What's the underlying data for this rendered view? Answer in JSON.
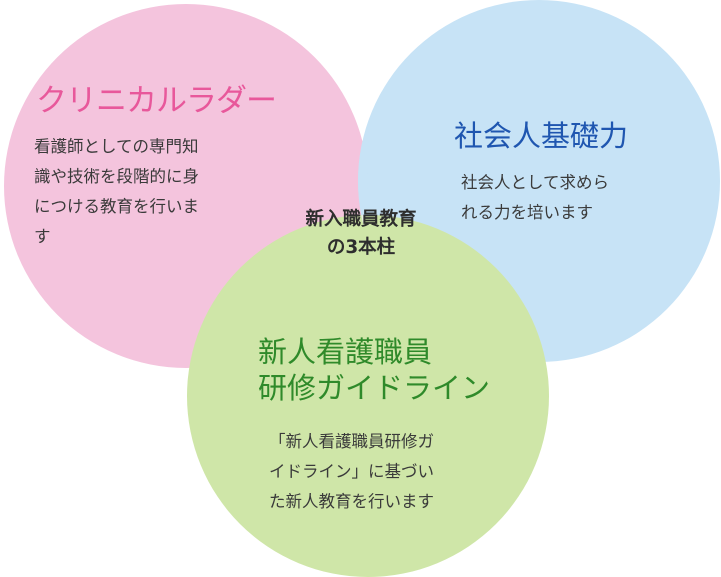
{
  "colors": {
    "pink_circle": "#f4c4dd",
    "blue_circle": "#c7e3f6",
    "green_circle": "#cfe6a8",
    "center_overlap": "#ebefe6",
    "pink_title": "#e8589b",
    "blue_title": "#1f56b0",
    "green_title": "#2f8a2a"
  },
  "center": {
    "label_line1": "新入職員教育",
    "label_line2": "の3本柱"
  },
  "clinical_ladder": {
    "title": "クリニカルラダー",
    "description_lines": [
      "看護師としての専門知",
      "識や技術を段階的に身",
      "につける教育を行いま",
      "す"
    ]
  },
  "social_skills": {
    "title": "社会人基礎力",
    "description_lines": [
      "社会人として求めら",
      "れる力を培います"
    ]
  },
  "new_nurse_guideline": {
    "title_lines": [
      "新人看護職員",
      "研修ガイドライン"
    ],
    "description_lines": [
      "「新人看護職員研修ガ",
      "イドライン」に基づい",
      "た新人教育を行います"
    ]
  }
}
